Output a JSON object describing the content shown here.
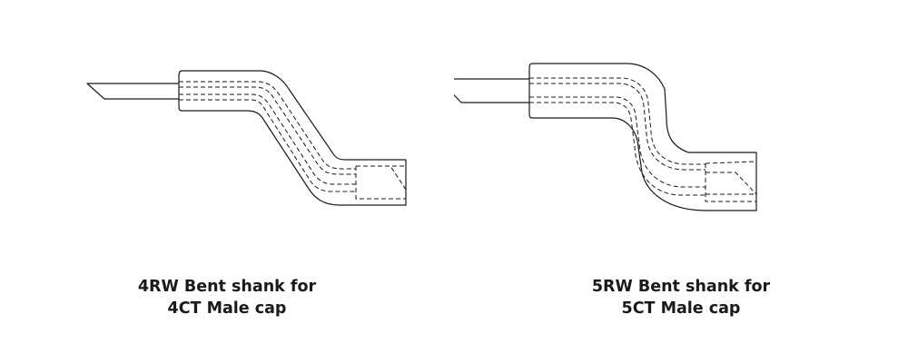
{
  "figures": [
    {
      "id": "4rw",
      "caption_line1": "4RW Bent shank for",
      "caption_line2": "4CT Male cap"
    },
    {
      "id": "5rw",
      "caption_line1": "5RW Bent shank for",
      "caption_line2": "5CT Male cap"
    }
  ],
  "colors": {
    "line": "#1a1a1a",
    "background": "#ffffff"
  }
}
